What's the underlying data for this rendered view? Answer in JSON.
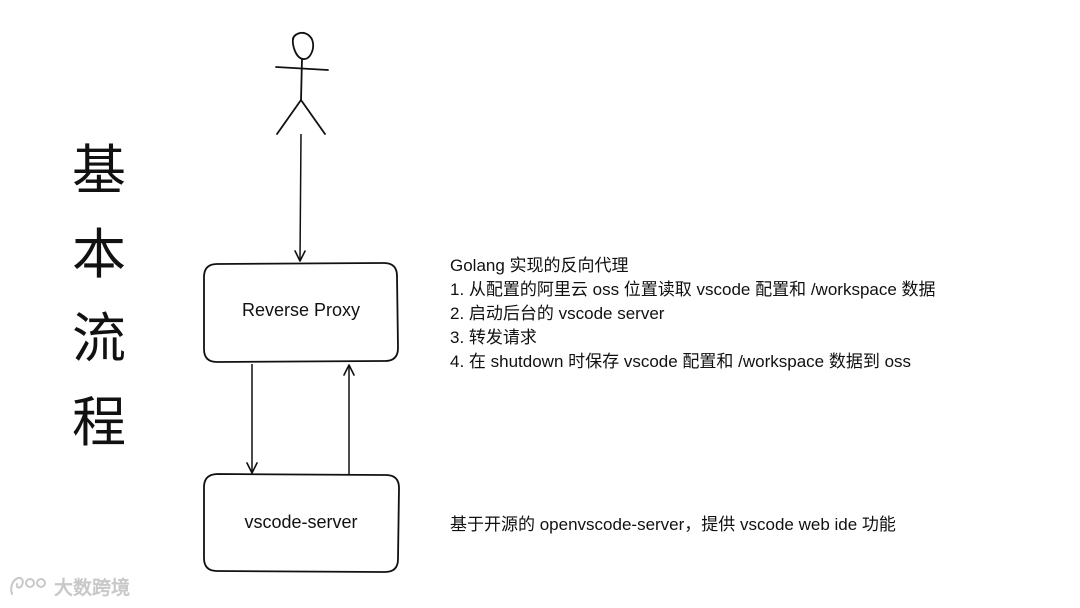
{
  "title_chars": [
    "基",
    "本",
    "流",
    "程"
  ],
  "proxy_box": {
    "label": "Reverse Proxy"
  },
  "server_box": {
    "label": "vscode-server"
  },
  "proxy_notes": {
    "heading": "Golang 实现的反向代理",
    "items": [
      "1. 从配置的阿里云 oss 位置读取 vscode 配置和 /workspace 数据",
      "2. 启动后台的 vscode server",
      "3. 转发请求",
      "4. 在 shutdown 时保存 vscode 配置和 /workspace 数据到 oss"
    ]
  },
  "server_note": "基于开源的 openvscode-server，提供 vscode web ide 功能",
  "watermark": {
    "text": "大数跨境",
    "icon": "logo-icon"
  }
}
